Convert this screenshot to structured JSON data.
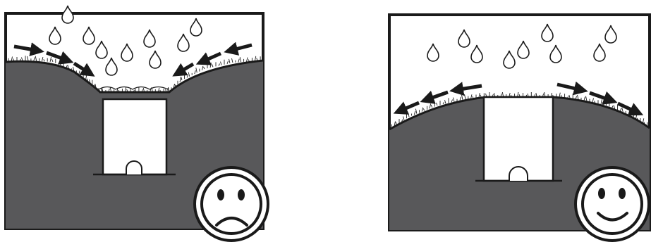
{
  "panels": [
    {
      "id": "left",
      "mood": "sad",
      "ground_shape": "depression",
      "water_flow": "inward",
      "icon": "frown-face-icon"
    },
    {
      "id": "right",
      "mood": "happy",
      "ground_shape": "mound",
      "water_flow": "outward",
      "icon": "smile-face-icon"
    }
  ],
  "colors": {
    "soil": "#58585a",
    "outline": "#1a1a1a",
    "paper": "#ffffff"
  }
}
